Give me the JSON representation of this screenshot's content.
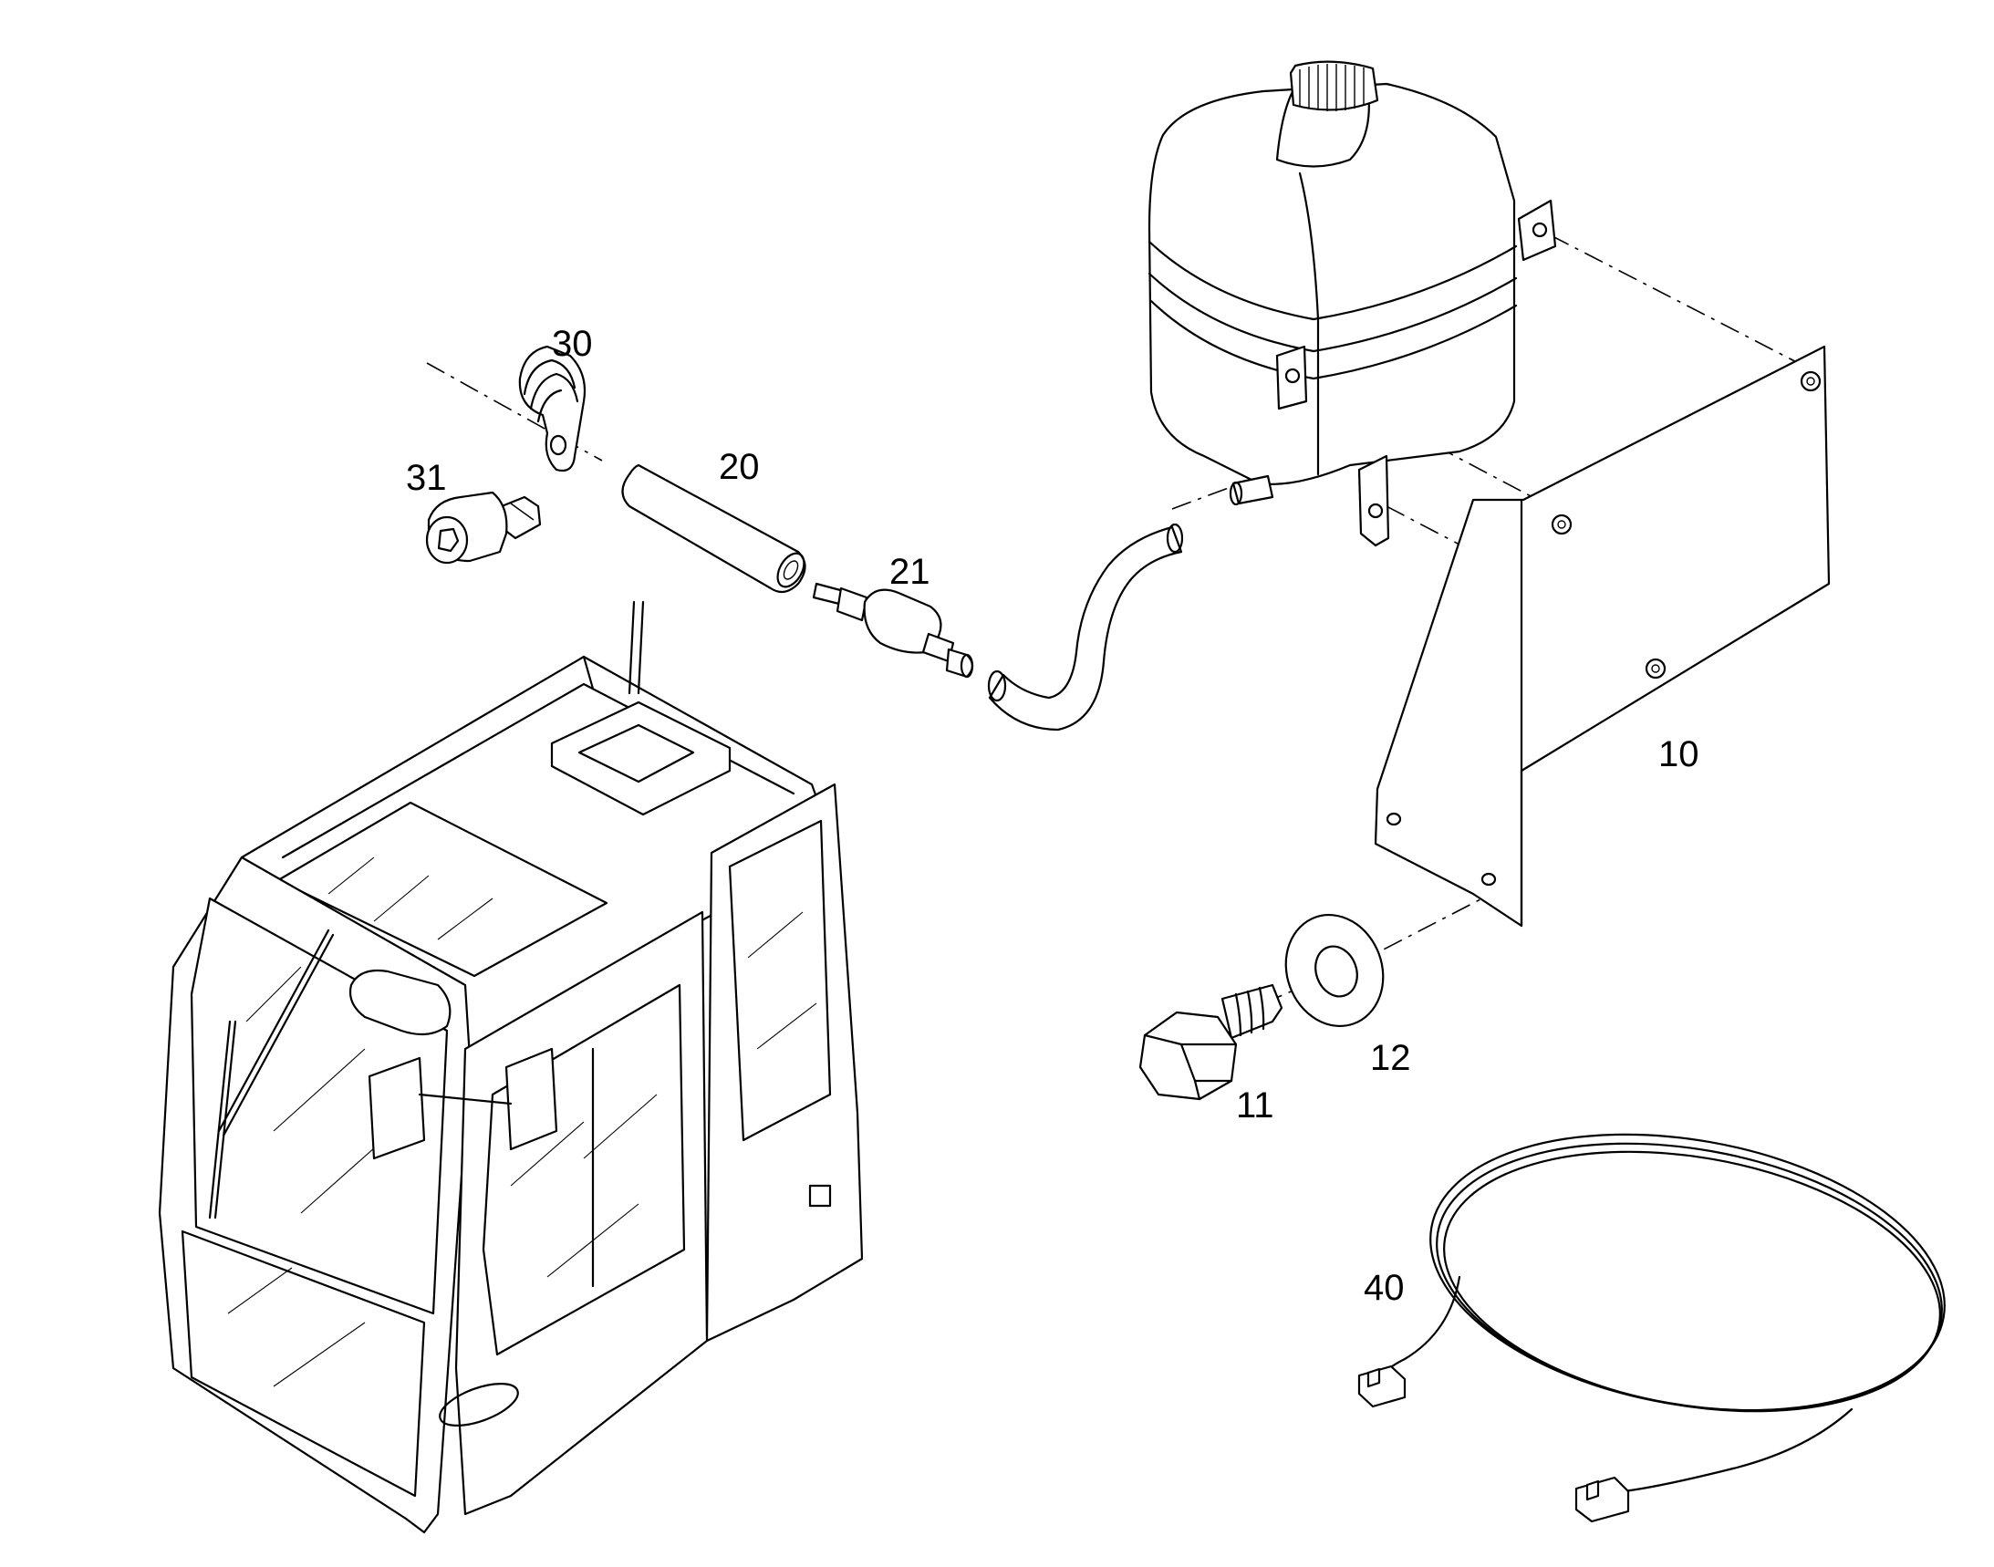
{
  "labels": {
    "item_10": "10",
    "item_11": "11",
    "item_12": "12",
    "item_20": "20",
    "item_21": "21",
    "item_30": "30",
    "item_31": "31",
    "item_40": "40"
  },
  "colors": {
    "line": "#000000",
    "background": "#ffffff"
  }
}
